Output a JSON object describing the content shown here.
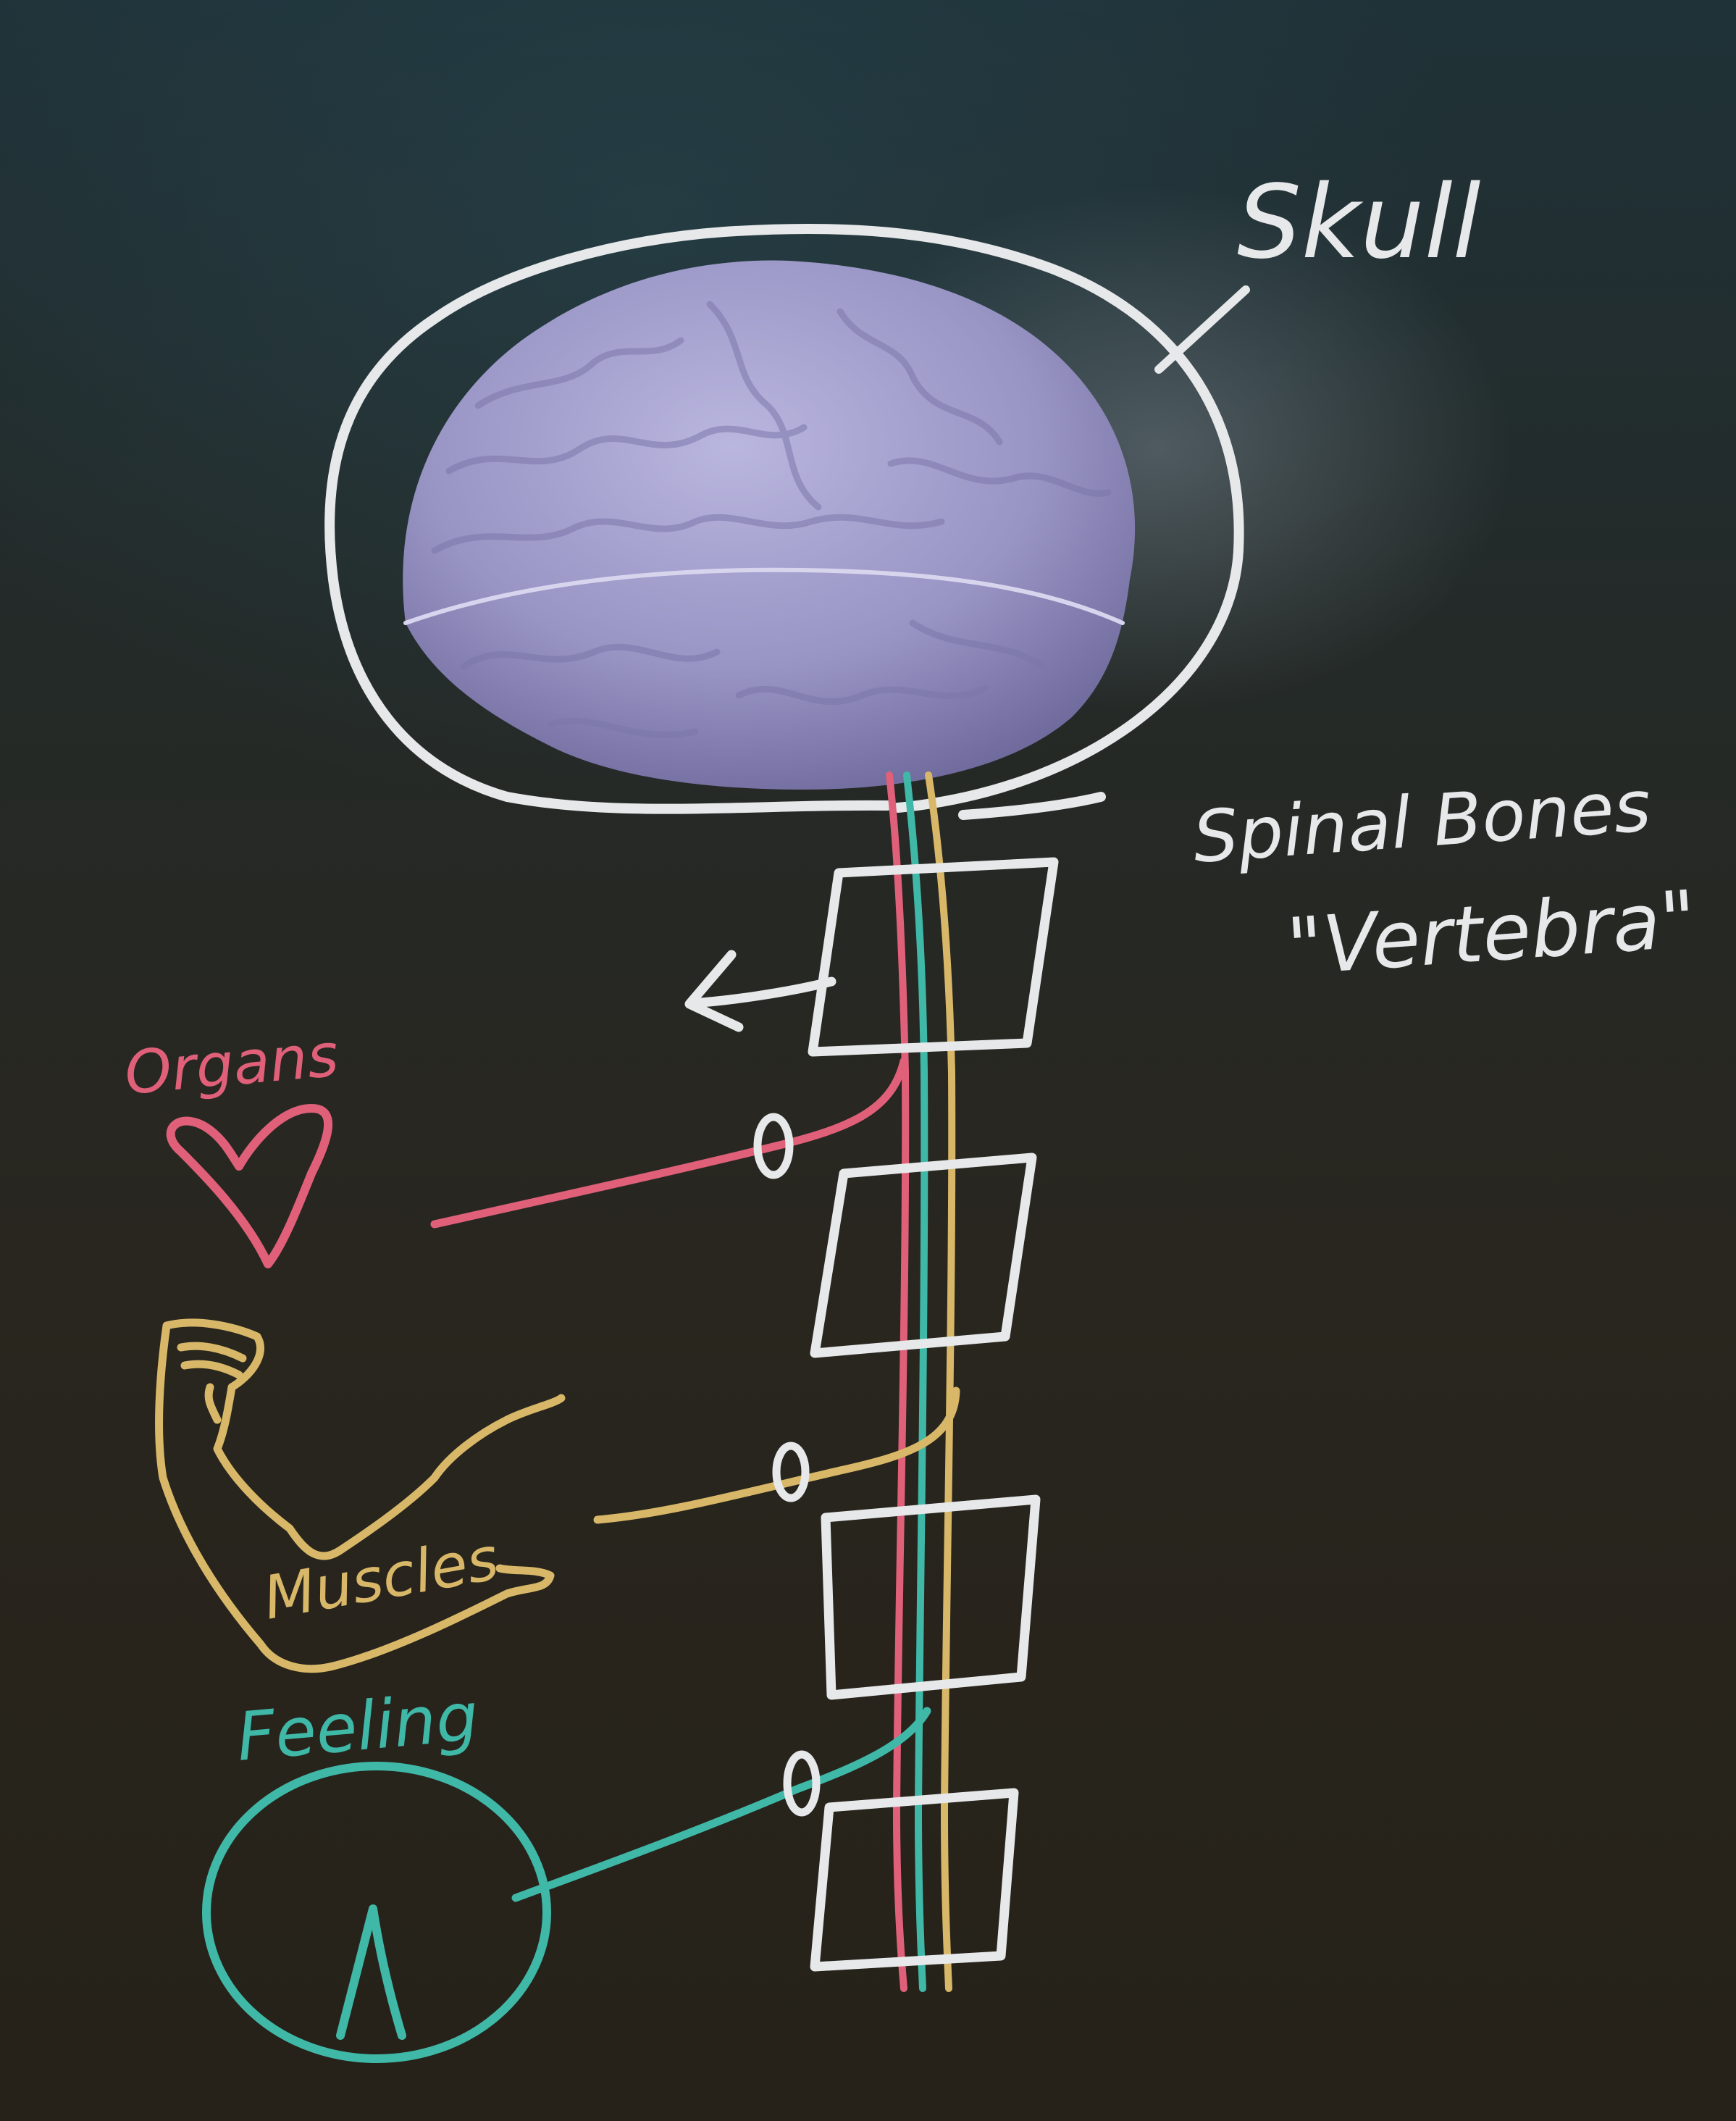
{
  "labels": {
    "skull": "Skull",
    "spinal_bones": "Spinal Bones",
    "vertebra": "\"Vertebra\"",
    "organs": "Organs",
    "muscles": "Muscles",
    "feeling": "Feeling"
  },
  "colors": {
    "chalk_white": "#e6e8ea",
    "organs_pink": "#e0607a",
    "muscles_yellow": "#d8b868",
    "feeling_teal": "#3fb8a8",
    "brain": "#9894c4"
  },
  "icons": {
    "organs": "heart-icon",
    "muscles": "flexed-arm-icon",
    "feeling": "gauge-icon"
  }
}
